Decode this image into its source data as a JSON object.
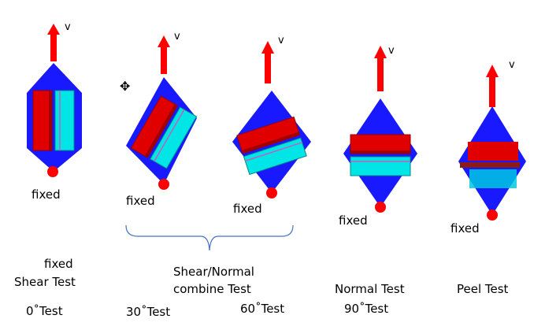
{
  "specimens": [
    {
      "id": "shear",
      "angle": 0,
      "fixed_label": "fixed",
      "v_label": "v"
    },
    {
      "id": "30deg",
      "angle": 30,
      "fixed_label": "fixed",
      "v_label": "v"
    },
    {
      "id": "60deg",
      "angle": 60,
      "fixed_label": "fixed",
      "v_label": "v"
    },
    {
      "id": "normal",
      "angle": 90,
      "fixed_label": "fixed",
      "v_label": "v"
    },
    {
      "id": "peel",
      "angle": 90,
      "fixed_label": "fixed",
      "v_label": "v"
    }
  ],
  "labels": {
    "shear_fixed": "fixed",
    "shear_test": "Shear Test",
    "combine_line1": "Shear/Normal",
    "combine_line2": "combine Test",
    "normal_test": "Normal Test",
    "peel_test": "Peel Test",
    "test_0": "0˚Test",
    "test_30": "30˚Test",
    "test_60": "60˚Test",
    "test_90": "90˚Test"
  },
  "colors": {
    "arrow": "#ff0000",
    "mesh": "#0000ff",
    "top_block": "#ff0000",
    "bottom_block": "#00e0e0",
    "fixed_point": "#ff0000"
  }
}
